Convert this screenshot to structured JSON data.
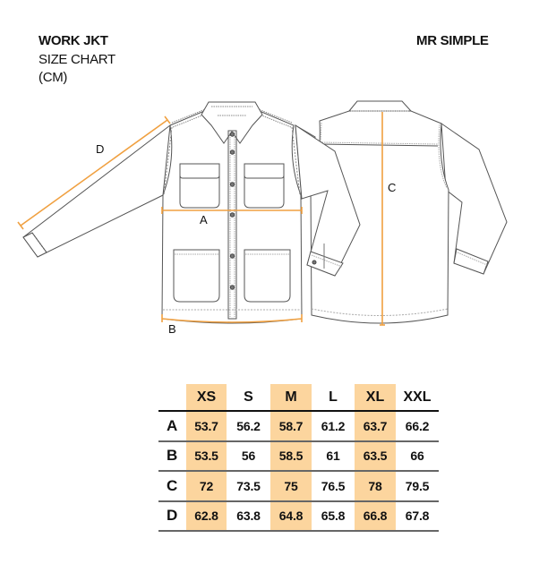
{
  "header": {
    "product": "WORK JKT",
    "subtitle": "SIZE CHART",
    "unit": "(CM)",
    "brand": "MR SIMPLE"
  },
  "diagram": {
    "accent_color": "#f0a040",
    "labels": {
      "A": "A",
      "B": "B",
      "C": "C",
      "D": "D"
    },
    "front_view": "front-jacket-flat-sketch",
    "back_view": "back-jacket-flat-sketch"
  },
  "chart_data": {
    "type": "table",
    "title": "WORK JKT SIZE CHART (CM)",
    "columns": [
      "XS",
      "S",
      "M",
      "L",
      "XL",
      "XXL"
    ],
    "highlighted_columns": [
      "XS",
      "M",
      "XL"
    ],
    "highlight_color": "#fcd59e",
    "rows": [
      {
        "label": "A",
        "values": [
          "53.7",
          "56.2",
          "58.7",
          "61.2",
          "63.7",
          "66.2"
        ]
      },
      {
        "label": "B",
        "values": [
          "53.5",
          "56",
          "58.5",
          "61",
          "63.5",
          "66"
        ]
      },
      {
        "label": "C",
        "values": [
          "72",
          "73.5",
          "75",
          "76.5",
          "78",
          "79.5"
        ]
      },
      {
        "label": "D",
        "values": [
          "62.8",
          "63.8",
          "64.8",
          "65.8",
          "66.8",
          "67.8"
        ]
      }
    ]
  }
}
